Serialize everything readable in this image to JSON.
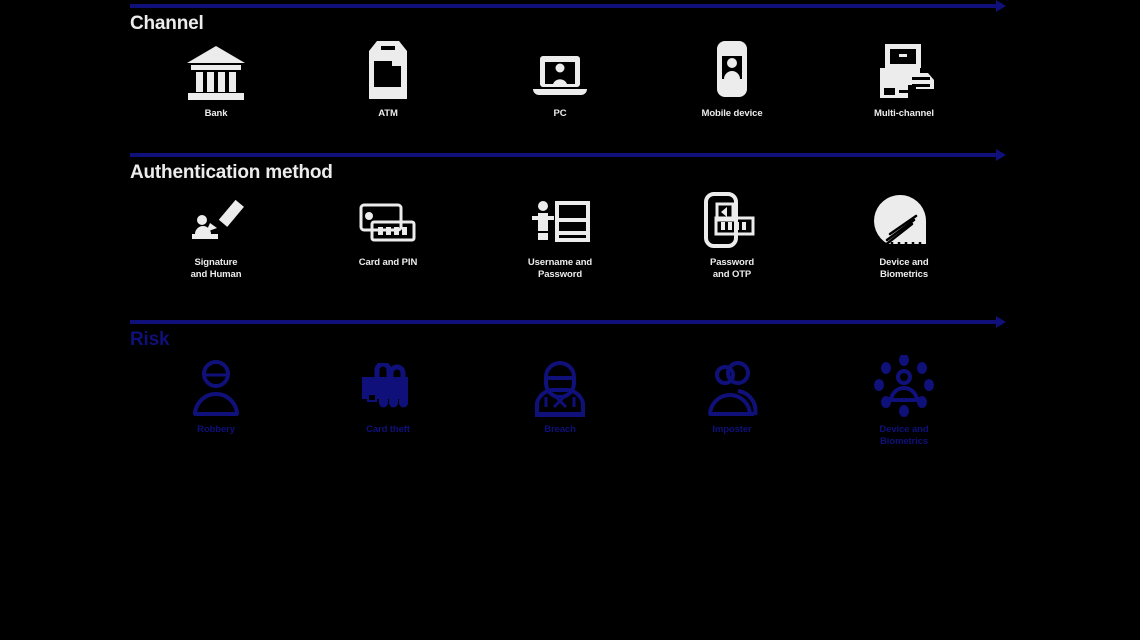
{
  "colors": {
    "background": "#000000",
    "light": "#ececed",
    "blue": "#10107a"
  },
  "rows": [
    {
      "key": "channel",
      "heading": "Channel",
      "color": "#ececed",
      "rule_color": "#10107a",
      "items": [
        {
          "label": "Bank",
          "icon": "bank-icon"
        },
        {
          "label": "ATM",
          "icon": "atm-icon"
        },
        {
          "label": "PC",
          "icon": "laptop-user-icon"
        },
        {
          "label": "Mobile device",
          "icon": "mobile-user-icon"
        },
        {
          "label": "Multi-channel",
          "icon": "multi-channel-icon"
        }
      ]
    },
    {
      "key": "auth",
      "heading": "Authentication method",
      "color": "#ececed",
      "rule_color": "#10107a",
      "items": [
        {
          "label": "Signature\nand Human",
          "icon": "signature-pen-icon"
        },
        {
          "label": "Card and PIN",
          "icon": "card-pin-icon"
        },
        {
          "label": "Username and\nPassword",
          "icon": "username-password-icon"
        },
        {
          "label": "Password\nand OTP",
          "icon": "password-otp-icon"
        },
        {
          "label": "Device and\nBiometrics",
          "icon": "fingerprint-icon"
        }
      ]
    },
    {
      "key": "risk",
      "heading": "Risk",
      "color": "#10107a",
      "rule_color": "#10107a",
      "items": [
        {
          "label": "Robbery",
          "icon": "robber-person-icon"
        },
        {
          "label": "Card theft",
          "icon": "hand-card-theft-icon"
        },
        {
          "label": "Breach",
          "icon": "hacker-hoodie-icon"
        },
        {
          "label": "Imposter",
          "icon": "imposter-two-heads-icon"
        },
        {
          "label": "Device and\nBiometrics",
          "icon": "person-network-icon"
        }
      ]
    }
  ]
}
